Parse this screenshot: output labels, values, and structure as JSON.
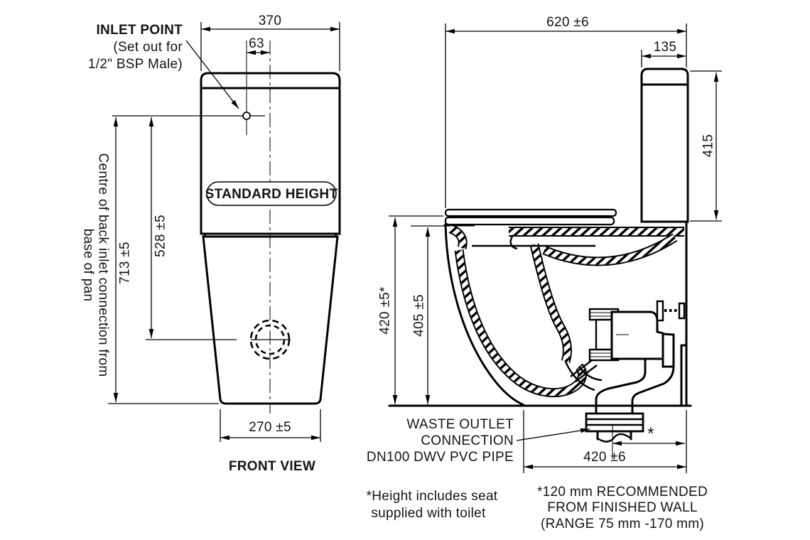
{
  "front_view": {
    "title": "FRONT VIEW",
    "badge_label": "STANDARD HEIGHT",
    "inlet_label": {
      "line1": "INLET POINT",
      "line2": "(Set out for",
      "line3": "1/2\" BSP Male)"
    },
    "rotated_note": {
      "line1": "Centre of back inlet connection from",
      "line2": "base of pan"
    },
    "dims": {
      "tank_width": "370",
      "inlet_offset": "63",
      "inlet_height": "713 ±5",
      "connection_height": "528 ±5",
      "base_width": "270 ±5"
    }
  },
  "side_view": {
    "dims": {
      "overall_depth": "620 ±6",
      "cistern_depth": "135",
      "cistern_height": "415",
      "seat_height": "420 ±5*",
      "pan_height": "405 ±5",
      "outlet_setout": "420 ±6",
      "wall_clearance": "*"
    },
    "waste_note": {
      "line1": "WASTE OUTLET",
      "line2": "CONNECTION",
      "line3": "DN100 DWV PVC PIPE"
    },
    "seat_footnote": {
      "line1": "*Height includes seat",
      "line2": "supplied with toilet"
    },
    "wall_footnote": {
      "line1": "*120 mm RECOMMENDED",
      "line2": "FROM FINISHED WALL",
      "line3": "(RANGE 75 mm -170 mm)"
    }
  },
  "colors": {
    "line": "#000000",
    "background": "#ffffff"
  }
}
